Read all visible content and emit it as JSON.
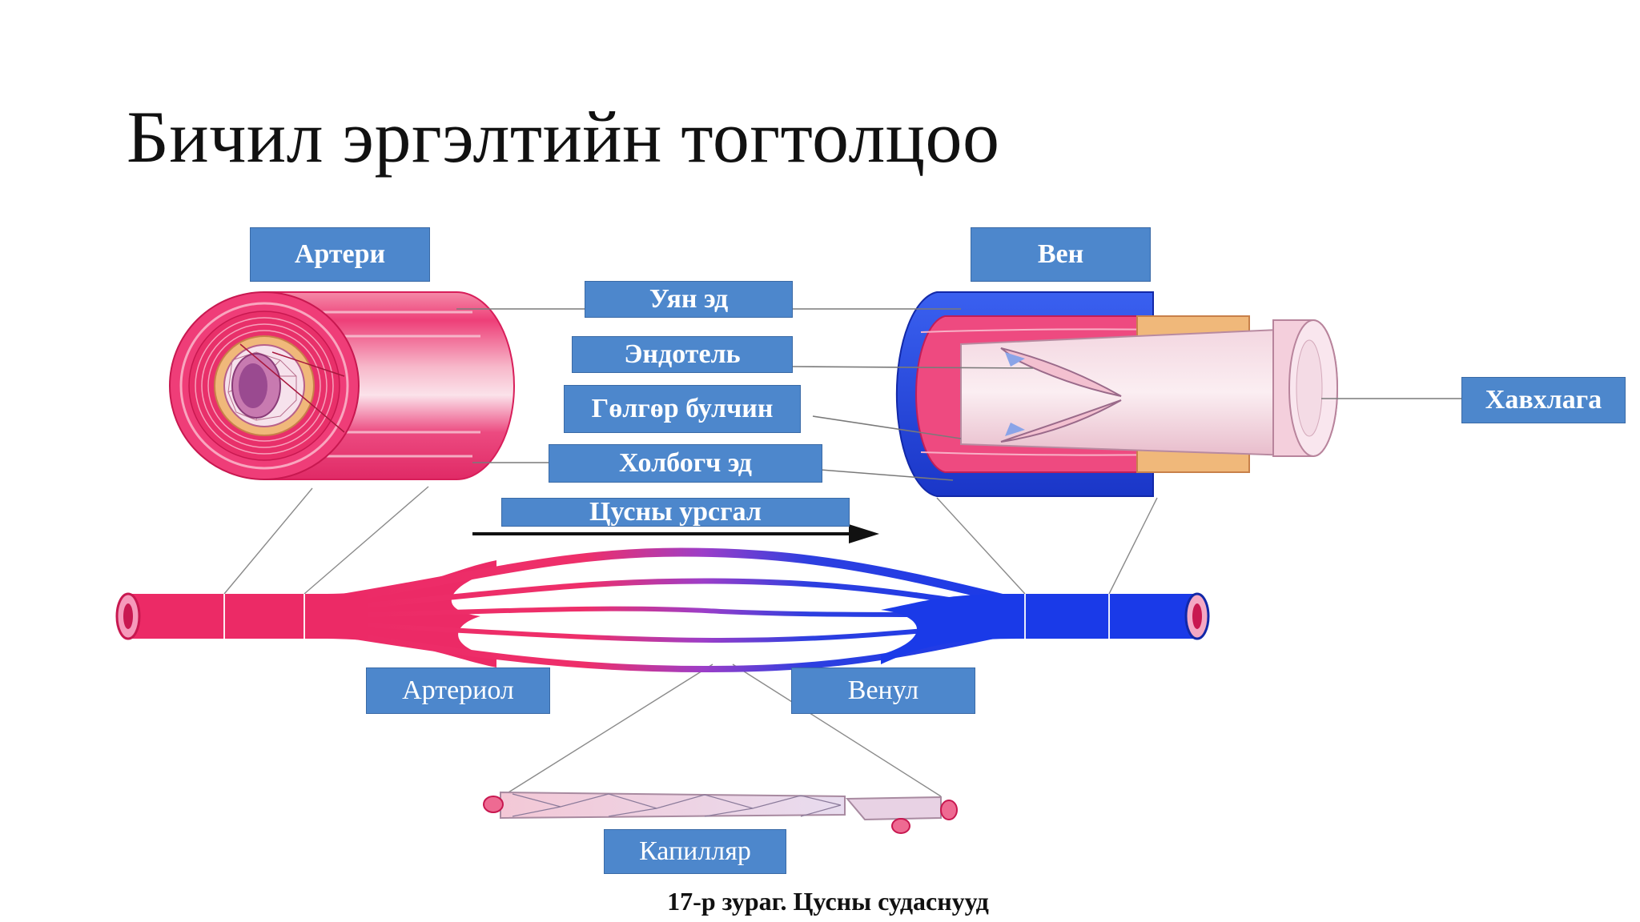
{
  "slide": {
    "title": "Бичил эргэлтийн тогтолцоо",
    "caption": "17-р зураг. Цусны судаснууд"
  },
  "labels": {
    "artery": "Артери",
    "vein": "Вен",
    "elastic_tissue": "Уян эд",
    "endothelium": "Эндотель",
    "smooth_muscle": "Гөлгөр булчин",
    "connective_tissue": "Холбогч эд",
    "blood_flow": "Цусны урсгал",
    "valve": "Хавхлага",
    "arteriole": "Артериол",
    "venule": "Венул",
    "capillary": "Капилляр"
  },
  "colors": {
    "label_fill": "#4d87cc",
    "artery_red": "#e8306a",
    "vein_blue": "#1f3fd6"
  }
}
